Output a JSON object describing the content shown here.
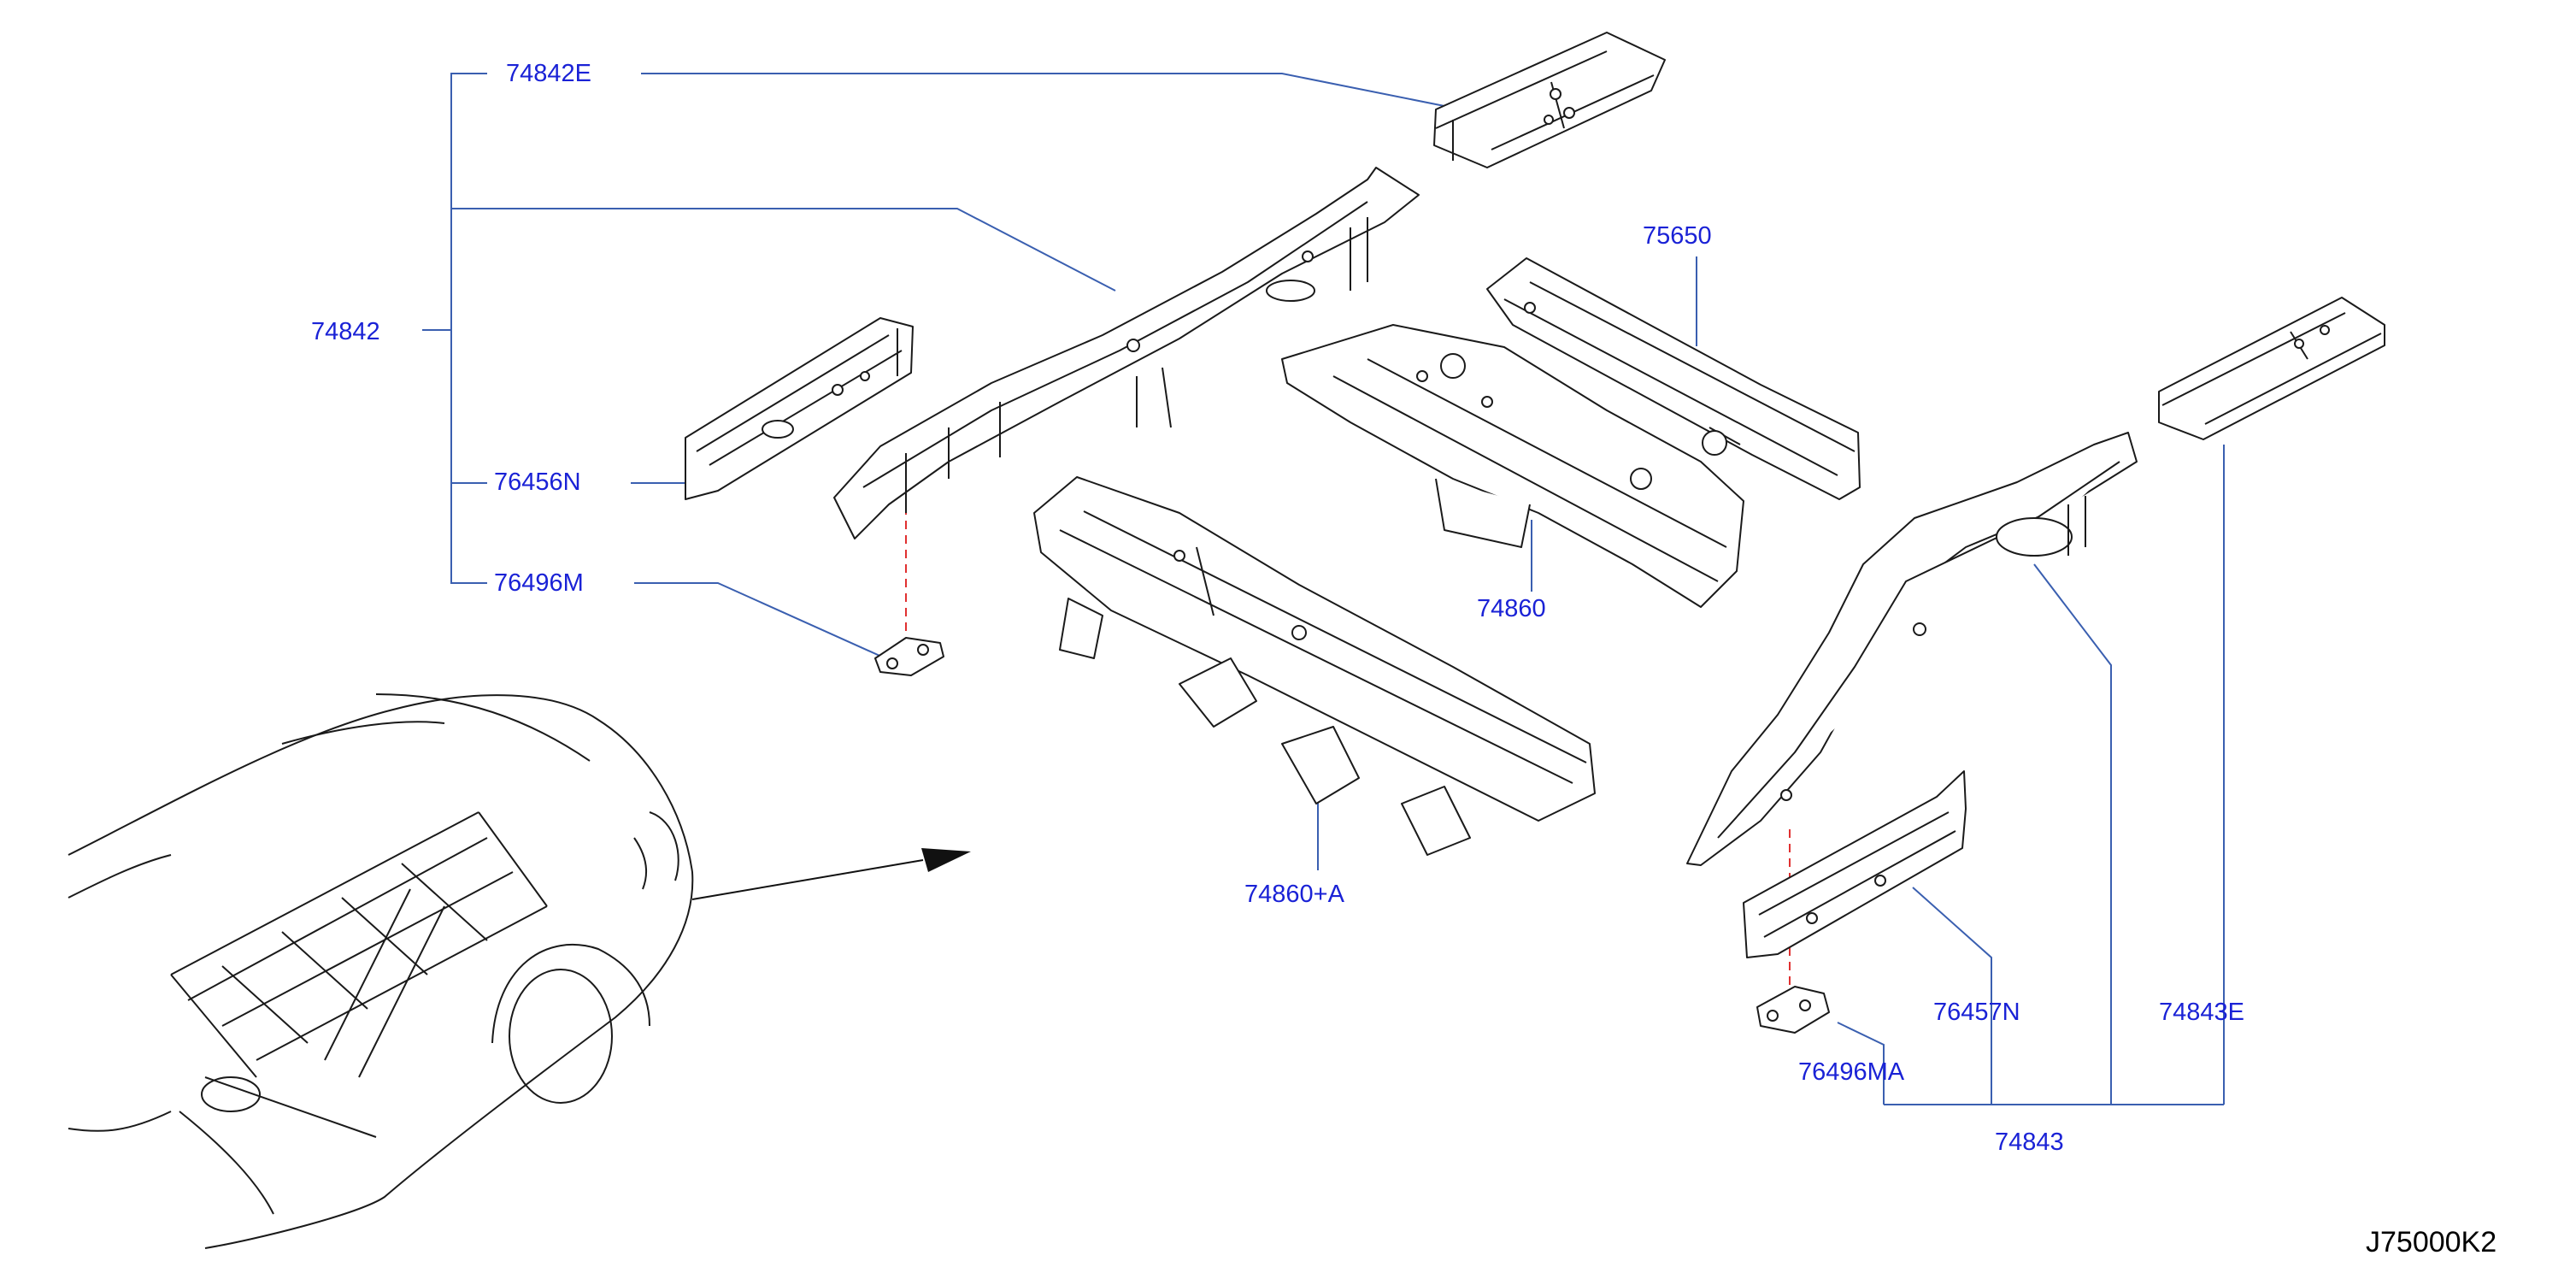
{
  "colors": {
    "label": "#1a22d6",
    "leader": "#3a5fb0",
    "part_stroke": "#1a1a1a",
    "hint_dash": "#e03030",
    "background": "#ffffff"
  },
  "labels": {
    "p74842E": "74842E",
    "p74842": "74842",
    "p76456N": "76456N",
    "p76496M": "76496M",
    "p75650": "75650",
    "p74860": "74860",
    "p74860A": "74860+A",
    "p76457N": "76457N",
    "p76496MA": "76496MA",
    "p74843E": "74843E",
    "p74843": "74843"
  },
  "diagram_code": "J75000K2"
}
